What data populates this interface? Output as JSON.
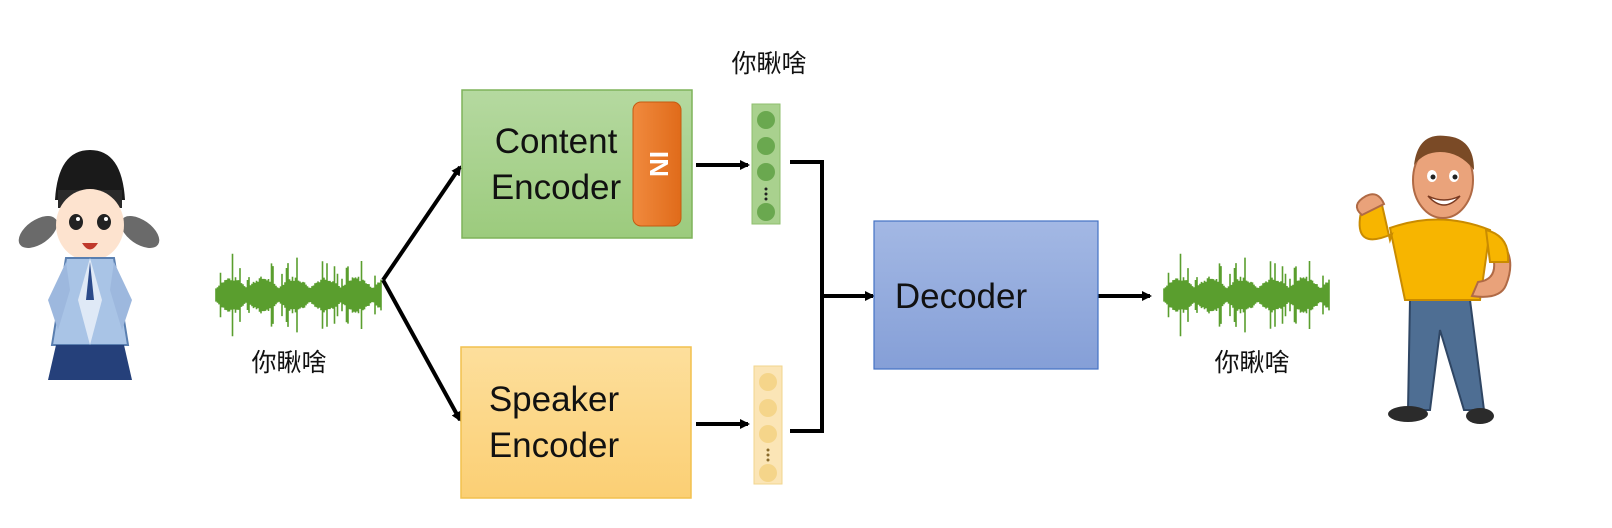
{
  "content_encoder": {
    "label_line1": "Content",
    "label_line2": "Encoder",
    "fill": "#a9d18e",
    "border": "#70ad47",
    "in_label": "IN",
    "in_fill": "#ed7d31"
  },
  "speaker_encoder": {
    "label_line1": "Speaker",
    "label_line2": "Encoder",
    "fill": "#ffd98a",
    "border": "#f2c14e"
  },
  "decoder": {
    "label": "Decoder",
    "fill": "#8faadc",
    "border": "#4472c4"
  },
  "captions": {
    "input_speech": "你瞅啥",
    "content_vector": "你瞅啥",
    "output_speech": "你瞅啥"
  },
  "icons": {
    "input_speaker": "scholar-cartoon-icon",
    "output_speaker": "muscleman-cartoon-icon",
    "waveform": "waveform-icon"
  }
}
